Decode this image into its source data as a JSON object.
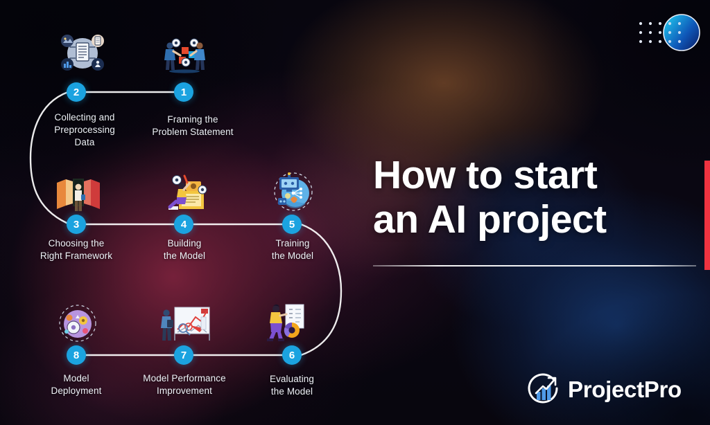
{
  "meta": {
    "kind": "infographic",
    "background_colors": {
      "dark_navy": "#07060f",
      "maroon": "#5c1a30",
      "warm_amber": "#96602f",
      "deep_blue": "#163a74"
    }
  },
  "title": {
    "line1": "How to start",
    "line2": "an AI project",
    "rule": "title-underline",
    "accent_color": "#ef3340"
  },
  "brand": {
    "name": "ProjectPro",
    "logo_icon": "projectpro-growth-chart-logo",
    "logo_bar_color": "#4f9ae8"
  },
  "decoration": {
    "dot_grid": "dot-grid-5x3",
    "circle": "gradient-circle",
    "circle_gradient_from": "#18a9e0",
    "circle_gradient_to": "#0b1e6e"
  },
  "flow": {
    "node_color": "#1ba3e0",
    "connector_color": "#ffffff",
    "steps": [
      {
        "number": "1",
        "label": "Framing the\nProblem Statement",
        "icon": "team-gears-puzzle-icon",
        "row": 1
      },
      {
        "number": "2",
        "label": "Collecting and\nPreprocessing\nData",
        "icon": "data-collection-document-icon",
        "row": 1
      },
      {
        "number": "3",
        "label": "Choosing the\nRight Framework",
        "icon": "person-choosing-doors-icon",
        "row": 2
      },
      {
        "number": "4",
        "label": "Building\nthe Model",
        "icon": "person-building-gears-icon",
        "row": 2
      },
      {
        "number": "5",
        "label": "Training\nthe Model",
        "icon": "ai-neural-network-training-icon",
        "row": 2
      },
      {
        "number": "6",
        "label": "Evaluating\nthe Model",
        "icon": "person-checklist-donut-chart-icon",
        "row": 3
      },
      {
        "number": "7",
        "label": "Model Performance\nImprovement",
        "icon": "presentation-chart-magnifier-icon",
        "row": 3
      },
      {
        "number": "8",
        "label": "Model\nDeployment",
        "icon": "deployment-gears-circle-icon",
        "row": 3
      }
    ]
  }
}
